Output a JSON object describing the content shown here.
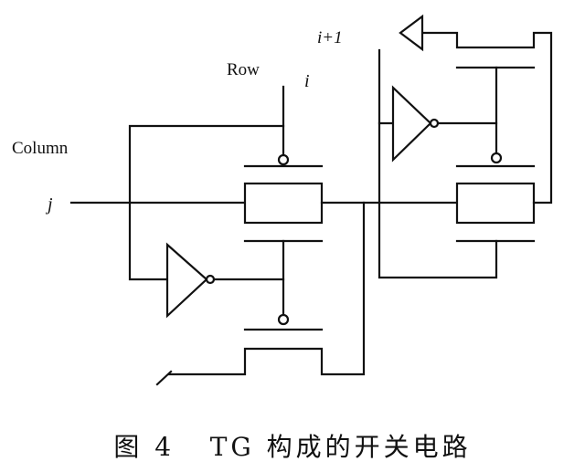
{
  "labels": {
    "row": "Row",
    "row_index": "i",
    "next_row_index": "i+1",
    "column": "Column",
    "column_index": "j"
  },
  "caption": "图 4   TG 构成的开关电路"
}
